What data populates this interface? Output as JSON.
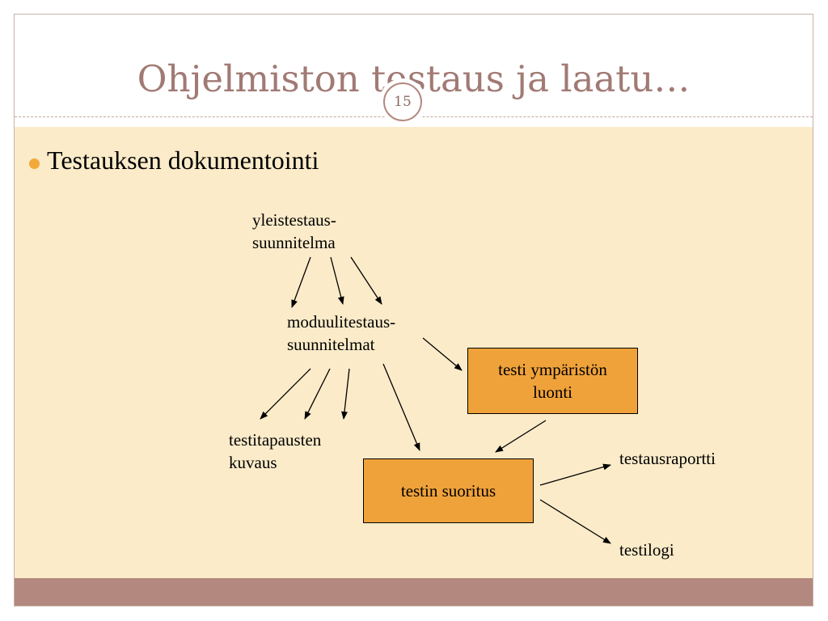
{
  "slide": {
    "title": "Ohjelmiston testaus ja laatu…",
    "page_number": "15",
    "bullet": "Testauksen dokumentointi"
  },
  "diagram": {
    "nodes": {
      "general_plan": "yleistestaus-\nsuunnitelma",
      "module_plans": "moduulitestaus-\nsuunnitelmat",
      "test_case_desc": "testitapausten\nkuvaus",
      "env_creation": "testi ympäristön\nluonti",
      "test_execution": "testin suoritus",
      "test_report": "testausraportti",
      "test_log": "testilogi"
    }
  },
  "colors": {
    "title": "#a17a74",
    "content_bg": "#fbebc9",
    "footer": "#b3887e",
    "box_fill": "#f0a23a",
    "bullet": "#f2a93a"
  }
}
